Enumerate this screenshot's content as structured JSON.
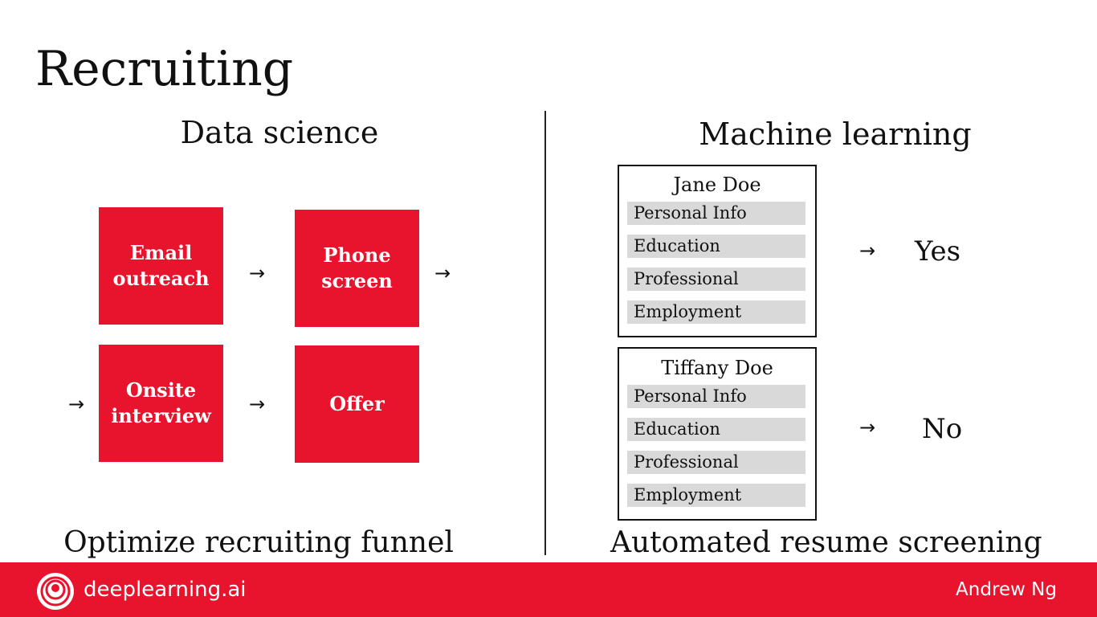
{
  "slide": {
    "title": "Recruiting",
    "left_column": {
      "heading": "Data science",
      "steps": [
        {
          "label": "Email\noutreach"
        },
        {
          "label": "Phone\nscreen"
        },
        {
          "label": "Onsite\ninterview"
        },
        {
          "label": "Offer"
        }
      ],
      "arrow_glyph": "→",
      "footer": "Optimize recruiting funnel"
    },
    "right_column": {
      "heading": "Machine learning",
      "resumes": [
        {
          "name": "Jane Doe",
          "fields": [
            "Personal Info",
            "Education",
            "Professional",
            "Employment"
          ],
          "result": "Yes"
        },
        {
          "name": "Tiffany Doe",
          "fields": [
            "Personal Info",
            "Education",
            "Professional",
            "Employment"
          ],
          "result": "No"
        }
      ],
      "arrow_glyph": "→",
      "footer": "Automated resume screening"
    }
  },
  "footer": {
    "brand": "deeplearning.ai",
    "author": "Andrew Ng",
    "logo_icon": "deeplearning-logo-icon"
  },
  "colors": {
    "accent_red": "#e8132c",
    "field_gray": "#d9d9d9",
    "text": "#111111",
    "background": "#ffffff"
  }
}
